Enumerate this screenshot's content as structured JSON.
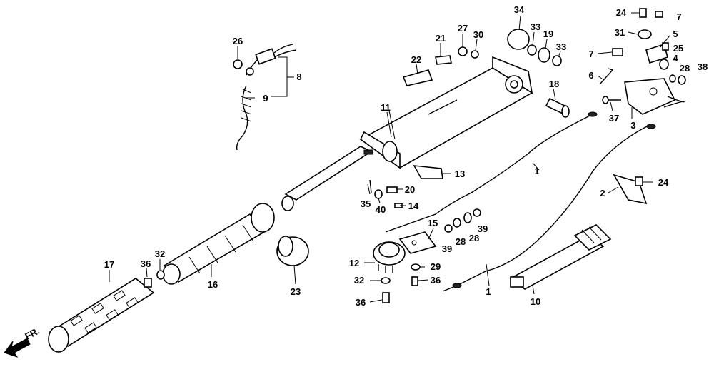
{
  "direction_label": "FR.",
  "labels": [
    {
      "id": "34",
      "text": "34"
    },
    {
      "id": "27",
      "text": "27"
    },
    {
      "id": "30",
      "text": "30"
    },
    {
      "id": "21",
      "text": "21"
    },
    {
      "id": "22",
      "text": "22"
    },
    {
      "id": "33a",
      "text": "33"
    },
    {
      "id": "19",
      "text": "19"
    },
    {
      "id": "33b",
      "text": "33"
    },
    {
      "id": "18",
      "text": "18"
    },
    {
      "id": "26",
      "text": "26"
    },
    {
      "id": "8",
      "text": "8"
    },
    {
      "id": "9",
      "text": "9"
    },
    {
      "id": "11",
      "text": "11"
    },
    {
      "id": "13",
      "text": "13"
    },
    {
      "id": "20",
      "text": "20"
    },
    {
      "id": "35",
      "text": "35"
    },
    {
      "id": "40",
      "text": "40"
    },
    {
      "id": "14",
      "text": "14"
    },
    {
      "id": "1a",
      "text": "1"
    },
    {
      "id": "1b",
      "text": "1"
    },
    {
      "id": "24a",
      "text": "24"
    },
    {
      "id": "7a",
      "text": "7"
    },
    {
      "id": "31",
      "text": "31"
    },
    {
      "id": "5",
      "text": "5"
    },
    {
      "id": "7b",
      "text": "7"
    },
    {
      "id": "25",
      "text": "25"
    },
    {
      "id": "4",
      "text": "4"
    },
    {
      "id": "28a",
      "text": "28"
    },
    {
      "id": "38",
      "text": "38"
    },
    {
      "id": "6",
      "text": "6"
    },
    {
      "id": "37",
      "text": "37"
    },
    {
      "id": "3",
      "text": "3"
    },
    {
      "id": "2",
      "text": "2"
    },
    {
      "id": "24b",
      "text": "24"
    },
    {
      "id": "15",
      "text": "15"
    },
    {
      "id": "39a",
      "text": "39"
    },
    {
      "id": "28b",
      "text": "28"
    },
    {
      "id": "28c",
      "text": "28"
    },
    {
      "id": "39b",
      "text": "39"
    },
    {
      "id": "12",
      "text": "12"
    },
    {
      "id": "29",
      "text": "29"
    },
    {
      "id": "32a",
      "text": "32"
    },
    {
      "id": "36a",
      "text": "36"
    },
    {
      "id": "36b",
      "text": "36"
    },
    {
      "id": "32b",
      "text": "32"
    },
    {
      "id": "36c",
      "text": "36"
    },
    {
      "id": "17",
      "text": "17"
    },
    {
      "id": "16",
      "text": "16"
    },
    {
      "id": "23",
      "text": "23"
    },
    {
      "id": "10",
      "text": "10"
    }
  ]
}
